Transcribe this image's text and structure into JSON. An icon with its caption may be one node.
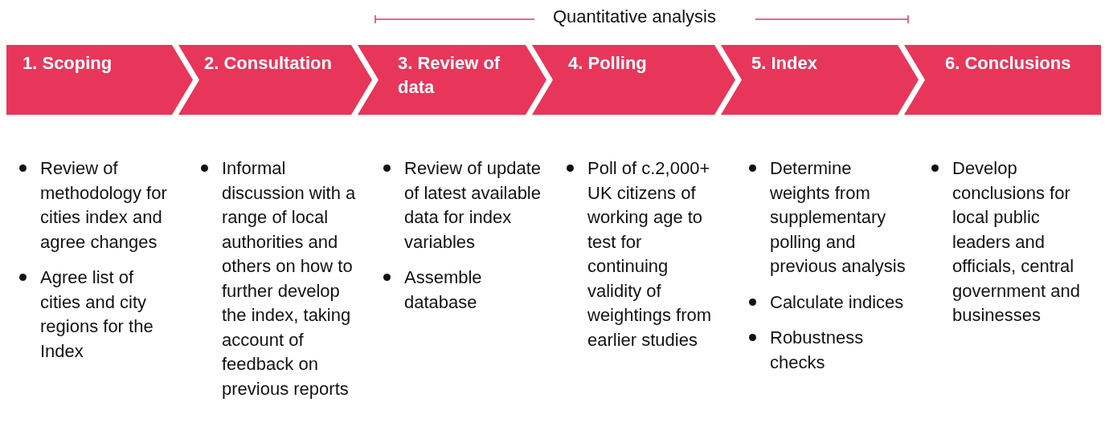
{
  "diagram": {
    "nodes": [
      {
        "text": [
          "1. Scoping"
        ],
        "beside": [
          "Review of methodology for cities index and agree changes",
          "Agree list of cities and city regions for the Index"
        ]
      },
      {
        "text": [
          "2. Consultation"
        ],
        "beside": [
          "Informal discussion with a range of local authorities and others on how to further develop the index, taking account of feedback on previous reports"
        ]
      },
      {
        "text": [
          "3. Review of data"
        ],
        "beside": [
          "Review of update of latest available data for index variables",
          "Assemble database"
        ]
      },
      {
        "text": [
          "4. Polling"
        ],
        "beside": [
          "Poll of c.2,000+ UK citizens of working age to test for continuing validity of weightings from earlier studies"
        ]
      },
      {
        "text": [
          "5. Index"
        ],
        "beside": [
          "Determine weights from supplementary polling and previous analysis",
          "Calculate indices",
          "Robustness checks"
        ]
      },
      {
        "text": [
          "6. Conclusions"
        ],
        "beside": [
          "Develop conclusions for local public leaders and officials, central government and businesses"
        ]
      }
    ],
    "labels": [
      "Quantitative analysis"
    ]
  }
}
